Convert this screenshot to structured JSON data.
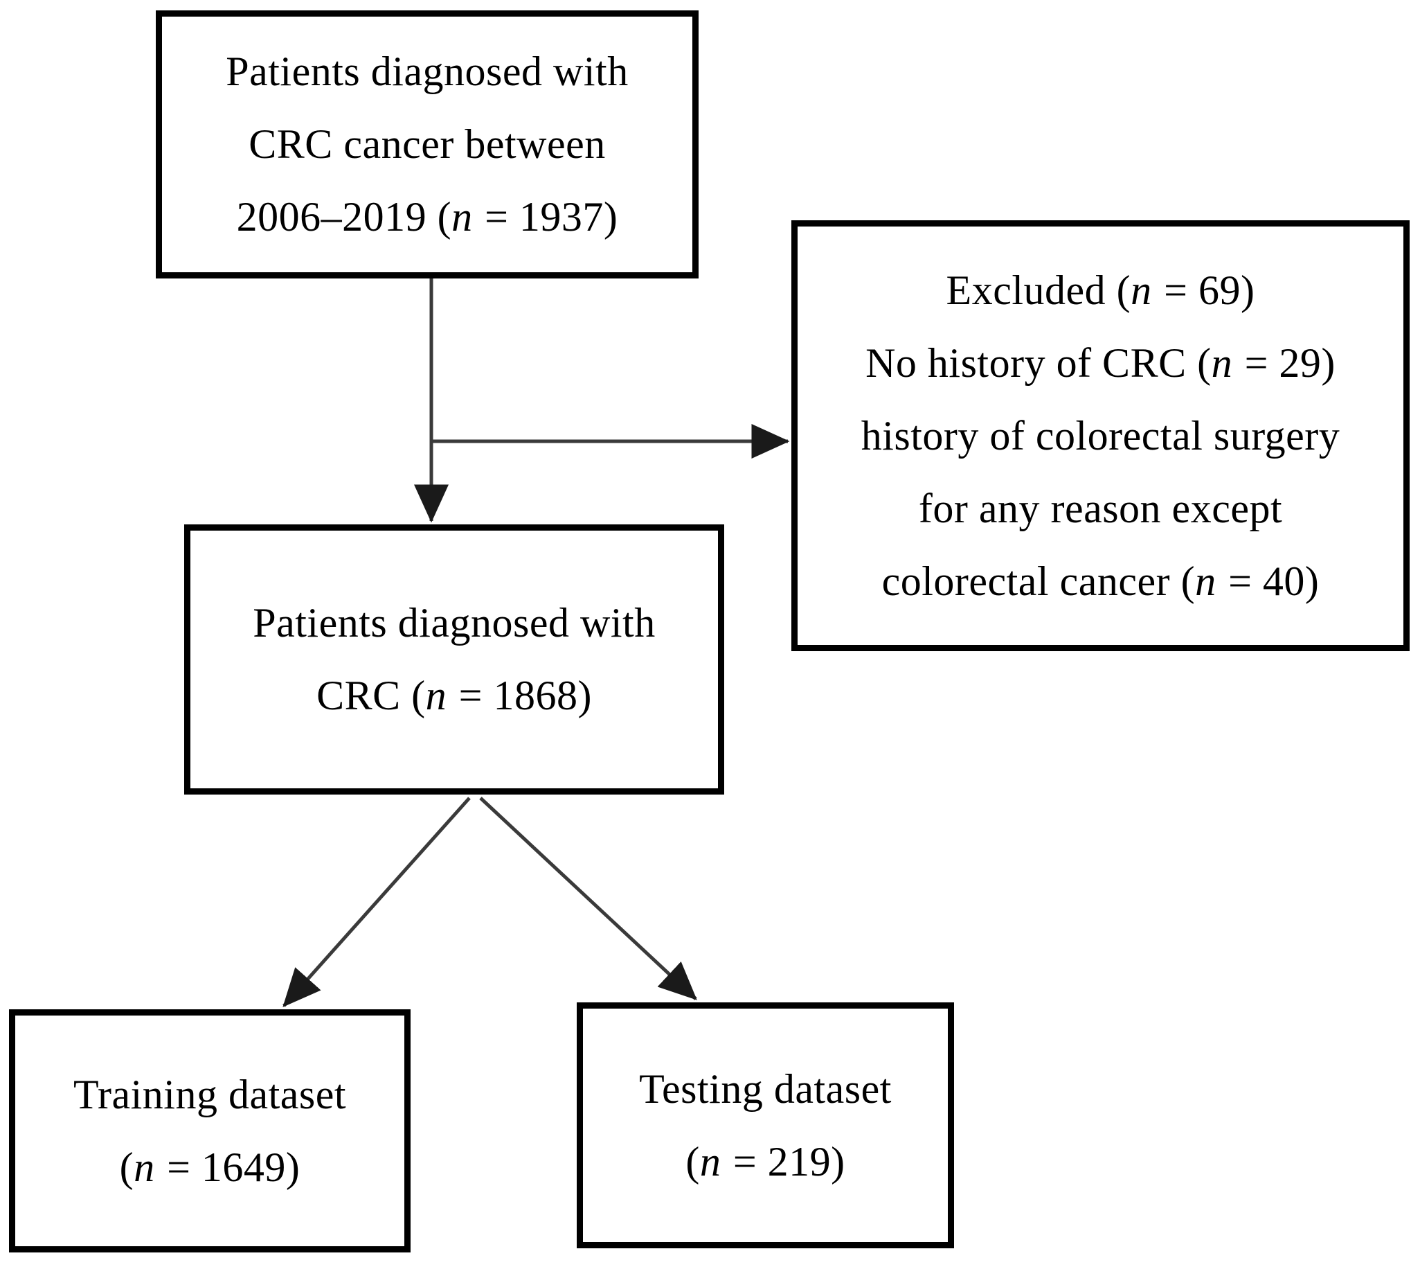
{
  "figure": {
    "type": "patient-flow-diagram",
    "background_color": "#ffffff",
    "box_border_color": "#000000",
    "text_color": "#000000",
    "arrow_color": "#3a3a3a",
    "boxes": {
      "initial": {
        "lines": [
          "Patients diagnosed with",
          "CRC cancer between",
          "2006–2019 (*n* = 1937)"
        ]
      },
      "excluded": {
        "lines": [
          "Excluded (*n* = 69)",
          "No history of CRC (*n* = 29)",
          "history of colorectal surgery",
          "for any reason except",
          "colorectal cancer (*n* = 40)"
        ]
      },
      "eligible": {
        "lines": [
          "Patients diagnosed with",
          "CRC (*n* = 1868)"
        ]
      },
      "training": {
        "lines": [
          "Training dataset",
          "(*n* = 1649)"
        ]
      },
      "testing": {
        "lines": [
          "Testing dataset",
          "(*n* = 219)"
        ]
      }
    },
    "arrows": [
      {
        "name": "initial-to-eligible",
        "from": "initial",
        "to": "eligible"
      },
      {
        "name": "initial-to-excluded",
        "from": "initial",
        "to": "excluded"
      },
      {
        "name": "eligible-to-training",
        "from": "eligible",
        "to": "training"
      },
      {
        "name": "eligible-to-testing",
        "from": "eligible",
        "to": "testing"
      }
    ]
  }
}
